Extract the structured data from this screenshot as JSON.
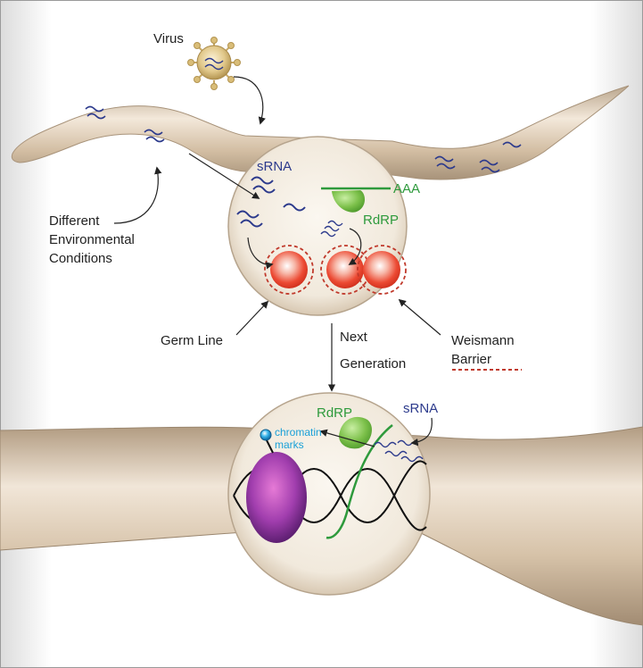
{
  "labels": {
    "virus": "Virus",
    "srna_top": "sRNA",
    "aaa": "AAA",
    "rdrp_top": "RdRP",
    "env_line1": "Different",
    "env_line2": "Environmental",
    "env_line3": "Conditions",
    "germ_line": "Germ Line",
    "next_line1": "Next",
    "next_line2": "Generation",
    "weismann_line1": "Weismann",
    "weismann_line2": "Barrier",
    "rdrp_bottom": "RdRP",
    "srna_bottom": "sRNA",
    "chromatin_line1": "chromatin",
    "chromatin_line2": "marks"
  },
  "colors": {
    "worm": "#d8c4ab",
    "srna": "#2c3a8c",
    "rdrp": "#7cc04a",
    "mrna": "#2e9a3c",
    "germ_cell": "#e8412c",
    "barrier": "#c0392b",
    "nucleosome": "#8e3a9a",
    "chromatin_mark": "#1aa0d8"
  }
}
